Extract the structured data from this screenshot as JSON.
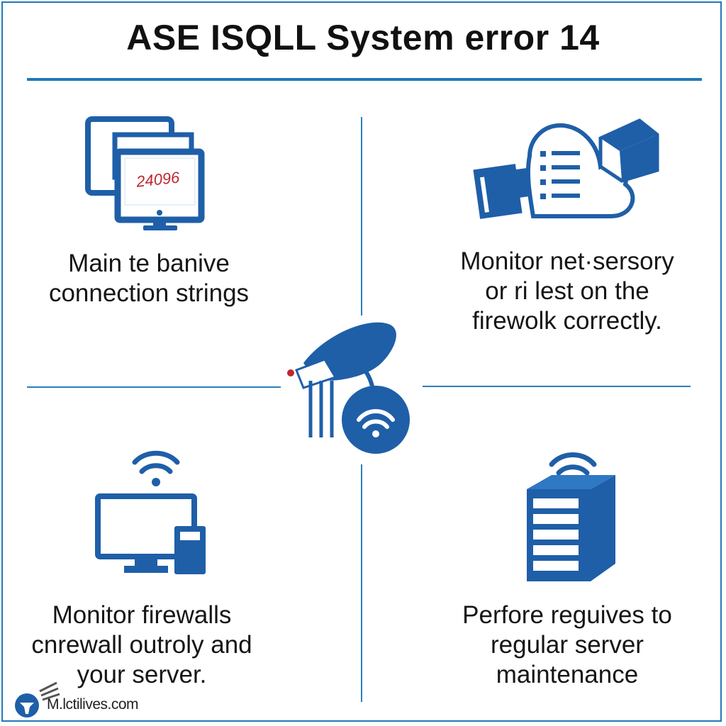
{
  "title": "ASE ISQLL System error 14",
  "panels": {
    "top_left": {
      "screen_code": "24096",
      "caption": [
        "Main te banive",
        "connection strings"
      ]
    },
    "top_right": {
      "caption": [
        "Monitor net·sersory",
        "or ri lest on the",
        "firewolk correctly."
      ]
    },
    "bottom_left": {
      "caption": [
        "Monitor firewalls",
        "cnrewall outroly and",
        "your server."
      ]
    },
    "bottom_right": {
      "caption": [
        "Perfore reguives to",
        "regular server",
        "maintenance"
      ]
    }
  },
  "footer": {
    "site": "M.lctilives.com"
  },
  "colors": {
    "accent": "#1f5fa8",
    "rule": "#1f7ab8",
    "code": "#c0262d"
  }
}
